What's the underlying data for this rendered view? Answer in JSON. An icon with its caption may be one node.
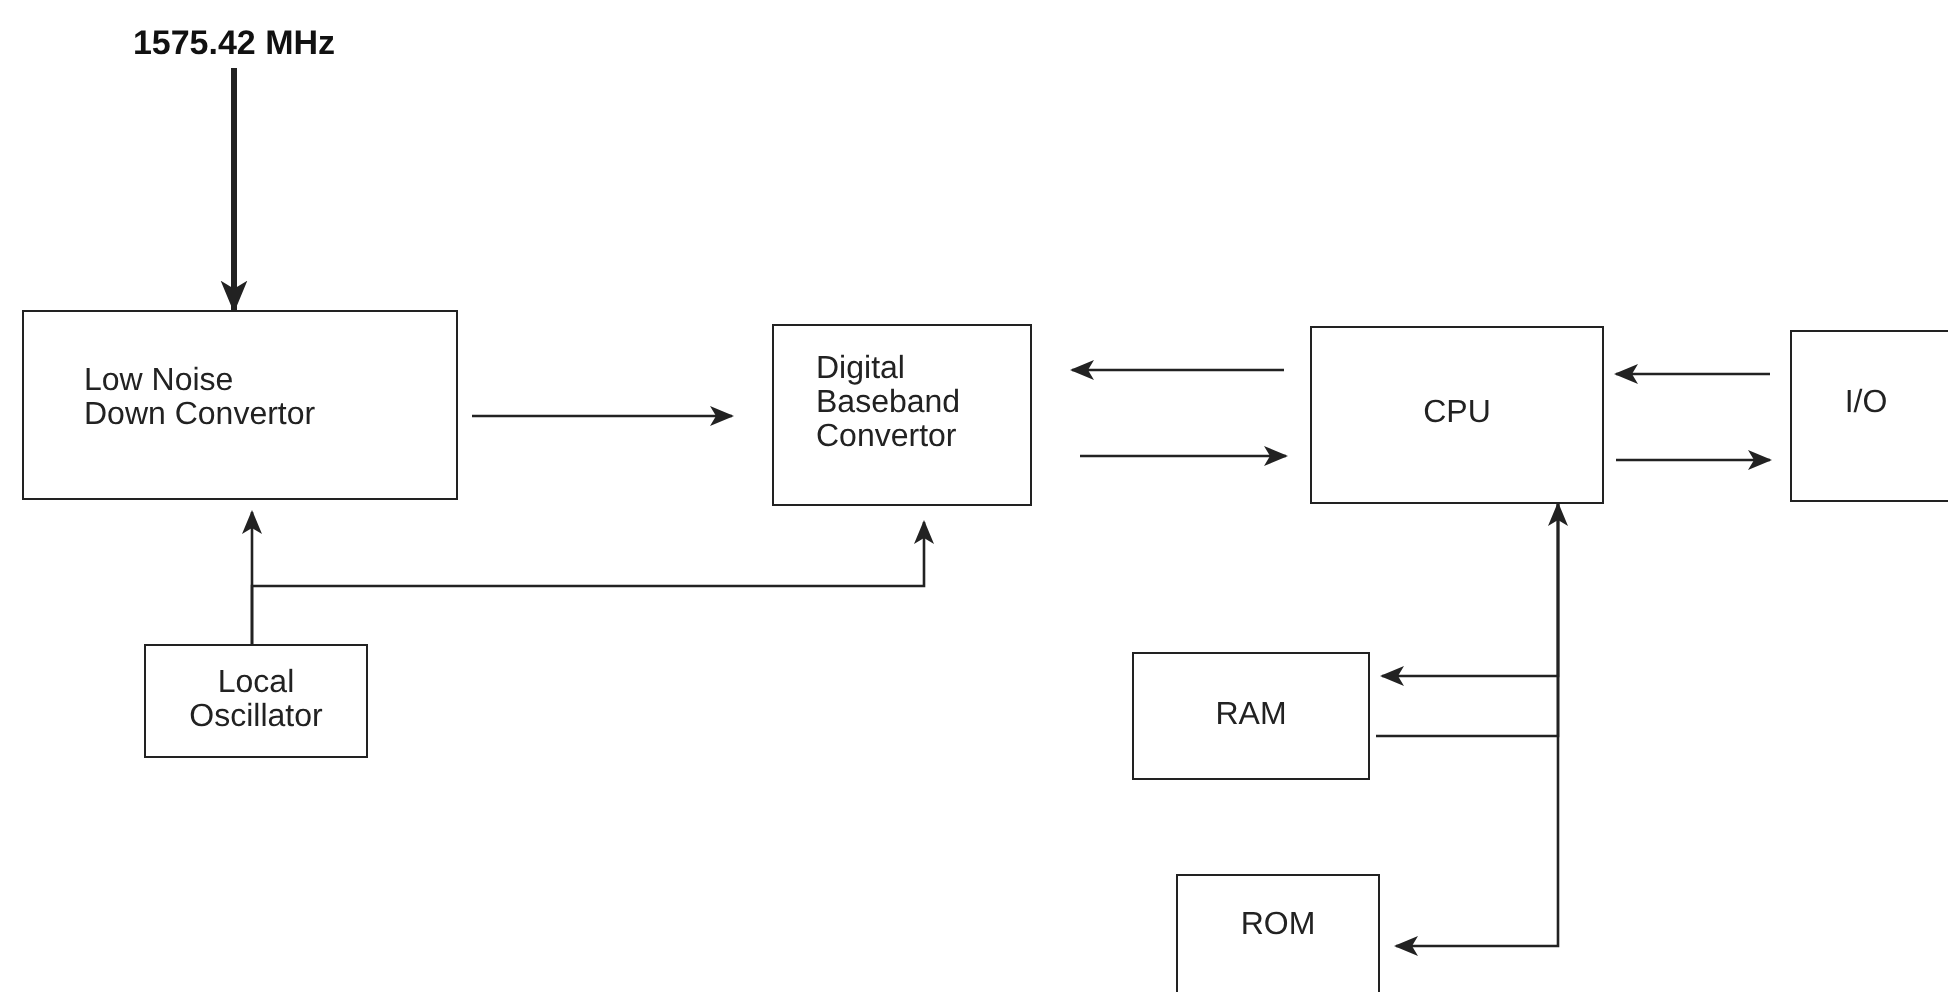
{
  "diagram": {
    "nodes": [
      {
        "text": [
          "1575.42 MHz"
        ]
      },
      {
        "text": [
          "Low Noise Down Convertor"
        ]
      },
      {
        "text": [
          "Digital Baseband Convertor"
        ]
      },
      {
        "text": [
          "CPU"
        ]
      },
      {
        "text": [
          "I/O"
        ]
      },
      {
        "text": [
          "Local Oscillator"
        ]
      },
      {
        "text": [
          "RAM"
        ]
      },
      {
        "text": [
          "ROM"
        ]
      }
    ],
    "edges": [
      {
        "from": 0,
        "to": 1,
        "arrow": "to",
        "style": "thick"
      },
      {
        "from": 1,
        "to": 2,
        "arrow": "to"
      },
      {
        "from": 3,
        "to": 2,
        "arrow": "to"
      },
      {
        "from": 2,
        "to": 3,
        "arrow": "to"
      },
      {
        "from": 4,
        "to": 3,
        "arrow": "to"
      },
      {
        "from": 3,
        "to": 4,
        "arrow": "to"
      },
      {
        "from": 5,
        "to": 1,
        "arrow": "to"
      },
      {
        "from": 5,
        "to": 2,
        "arrow": "to"
      },
      {
        "from": 3,
        "to": 6,
        "arrow": "to"
      },
      {
        "from": 6,
        "to": 3,
        "arrow": "to"
      },
      {
        "from": 3,
        "to": 7,
        "arrow": "to"
      }
    ]
  }
}
